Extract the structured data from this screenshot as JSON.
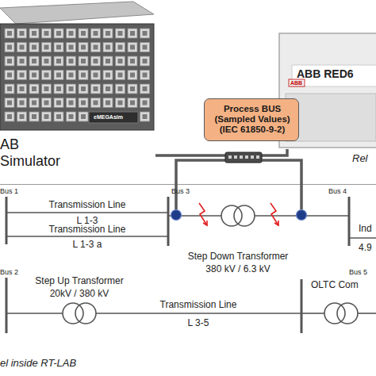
{
  "diagram": {
    "nodes": [
      {
        "text": [
          "AB Simulator",
          "eMEGAsim"
        ]
      },
      {
        "text": [
          "ABB RED6"
        ]
      },
      {
        "text": [
          "Process BUS (Sampled Values) (IEC 61850-9-2)"
        ]
      },
      {
        "text": [
          "el inside RT-LAB"
        ]
      }
    ],
    "edges": [
      {
        "from": 0,
        "to": 1,
        "arrow": "none"
      }
    ],
    "labels": [
      "ABB",
      "Rel",
      "Bus 1",
      "Bus 3",
      "Bus 4",
      "Bus 2",
      "Bus 5",
      "Transmission Line",
      "L 1-3",
      "Transmission Line",
      "L 1-3 a",
      "Step Down Transformer",
      "380 kV / 6.3 kV",
      "Ind",
      "4.9",
      "Step Up Transformer",
      "20kV / 380 kV",
      "Transmission Line",
      "L 3-5",
      "OLTC Com"
    ]
  }
}
